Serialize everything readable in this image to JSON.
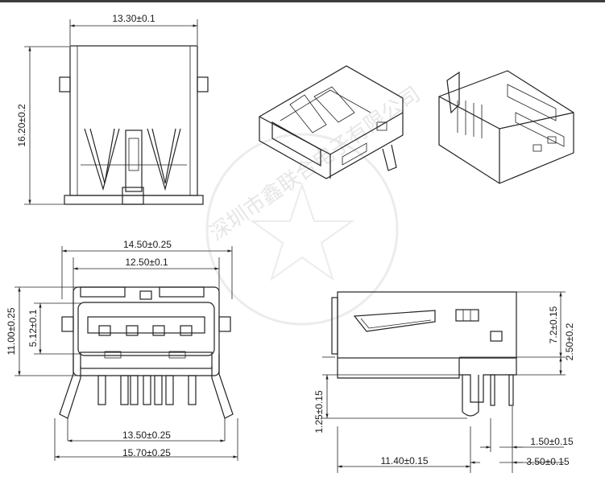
{
  "watermark": "深圳市鑫联合电子有限公司",
  "dimensions": {
    "top_width": "13.30±0.1",
    "top_height": "16.20±0.2",
    "front_outer_width": "14.50±0.25",
    "front_inner_width": "12.50±0.1",
    "front_height": "11.00±0.25",
    "front_opening": "5.12±0.1",
    "front_pin_span": "13.50±0.25",
    "front_tab_span": "15.70±0.25",
    "side_height": "7.2±0.15",
    "side_offset": "2.50±0.2",
    "side_pin_length": "1.25±0.15",
    "side_depth": "11.40±0.15",
    "side_pin_pitch": "1.50±0.15",
    "side_pin_offset": "3.50±0.15"
  }
}
